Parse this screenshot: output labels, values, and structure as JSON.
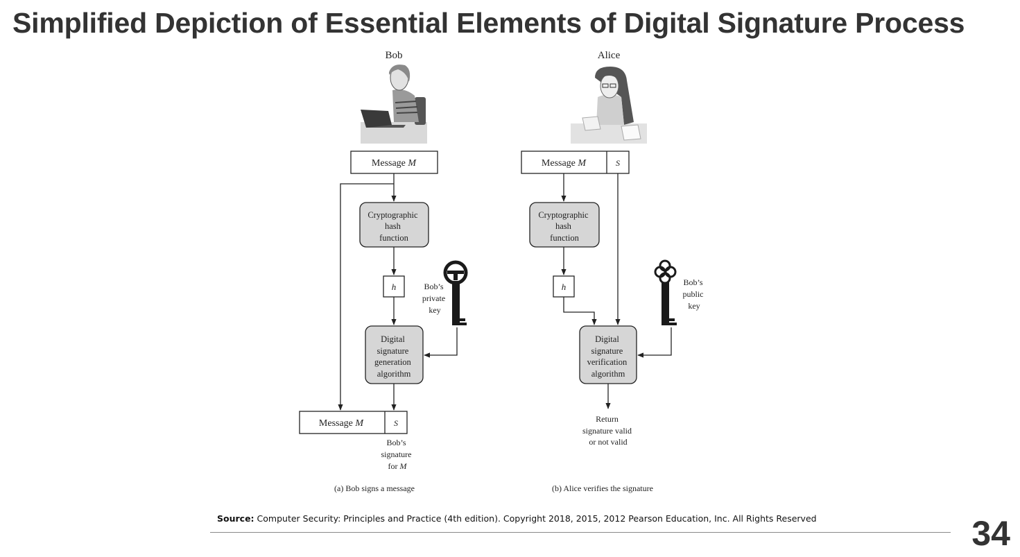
{
  "slide": {
    "title": "Simplified Depiction of Essential Elements of Digital Signature Process",
    "page_number": "34"
  },
  "source": {
    "label": "Source:",
    "text": "Computer Security: Principles and Practice (4th edition). Copyright 2018, 2015, 2012 Pearson Education, Inc. All  Rights Reserved"
  },
  "bob_panel": {
    "person": "Bob",
    "message_label": "Message",
    "message_var": "M",
    "hash_box": [
      "Cryptographic",
      "hash",
      "function"
    ],
    "hash_value": "h",
    "key_label": [
      "Bob’s",
      "private",
      "key"
    ],
    "algorithm_box": [
      "Digital",
      "signature",
      "generation",
      "algorithm"
    ],
    "output_message_label": "Message",
    "output_message_var": "M",
    "signature_var": "S",
    "signature_caption_1": "Bob’s",
    "signature_caption_2": "signature",
    "signature_caption_3": "for",
    "signature_caption_var": "M",
    "caption": "(a) Bob signs a message"
  },
  "alice_panel": {
    "person": "Alice",
    "message_label": "Message",
    "message_var": "M",
    "signature_var": "S",
    "hash_box": [
      "Cryptographic",
      "hash",
      "function"
    ],
    "hash_value": "h",
    "key_label": [
      "Bob’s",
      "public",
      "key"
    ],
    "algorithm_box": [
      "Digital",
      "signature",
      "verification",
      "algorithm"
    ],
    "result": [
      "Return",
      "signature valid",
      "or not valid"
    ],
    "caption": "(b) Alice verifies the signature"
  },
  "colors": {
    "title": "#333333",
    "process_fill": "#d6d6d6",
    "stroke": "#222222",
    "key": "#1a1a1a"
  }
}
